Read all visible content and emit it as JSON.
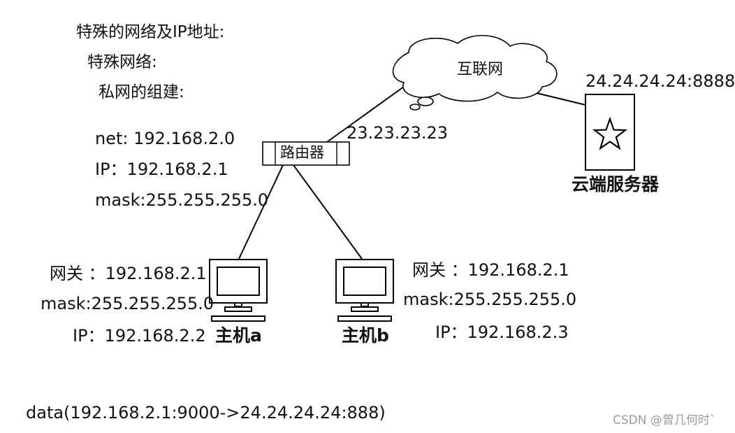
{
  "headings": {
    "special_networks_and_ip": "特殊的网络及IP地址:",
    "special_networks": "特殊网络:",
    "private_network_setup": "私网的组建:"
  },
  "router_lan": {
    "net": "net: 192.168.2.0",
    "ip": "IP：192.168.2.1",
    "mask": "mask:255.255.255.0"
  },
  "router": {
    "label": "路由器",
    "wan_ip": "23.23.23.23"
  },
  "cloud": {
    "label": "互联网"
  },
  "server": {
    "address": "24.24.24.24:8888",
    "label": "云端服务器"
  },
  "host_a": {
    "gateway": "网关 ：192.168.2.1",
    "mask": "mask:255.255.255.0",
    "ip": "IP：192.168.2.2",
    "label": "主机a"
  },
  "host_b": {
    "gateway": "网关 ：192.168.2.1",
    "mask": "mask:255.255.255.0",
    "ip": "IP：192.168.2.3",
    "label": "主机b"
  },
  "data_packet": "data(192.168.2.1:9000->24.24.24.24:888)",
  "watermark": "CSDN @曾几何时`"
}
